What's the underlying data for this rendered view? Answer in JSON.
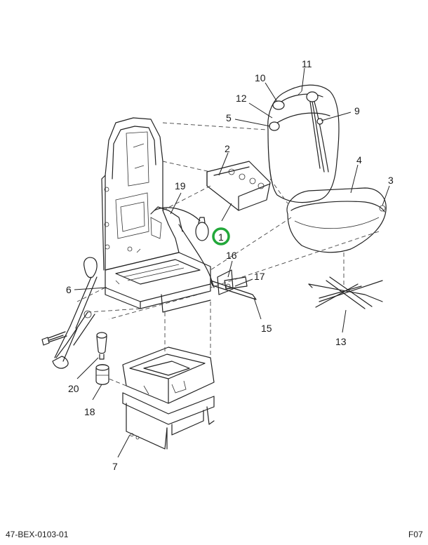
{
  "diagram": {
    "footer_left": "47-BEX-0103-01",
    "footer_right": "F07",
    "callouts": [
      {
        "id": "c1",
        "label": "1"
      },
      {
        "id": "c2",
        "label": "2"
      },
      {
        "id": "c3",
        "label": "3"
      },
      {
        "id": "c4",
        "label": "4"
      },
      {
        "id": "c5",
        "label": "5"
      },
      {
        "id": "c6",
        "label": "6"
      },
      {
        "id": "c7",
        "label": "7"
      },
      {
        "id": "c9",
        "label": "9"
      },
      {
        "id": "c10",
        "label": "10"
      },
      {
        "id": "c11",
        "label": "11"
      },
      {
        "id": "c12",
        "label": "12"
      },
      {
        "id": "c13",
        "label": "13"
      },
      {
        "id": "c15",
        "label": "15"
      },
      {
        "id": "c16",
        "label": "16"
      },
      {
        "id": "c17",
        "label": "17"
      },
      {
        "id": "c18",
        "label": "18"
      },
      {
        "id": "c19",
        "label": "19"
      },
      {
        "id": "c20",
        "label": "20"
      }
    ],
    "highlight_color": "#22a83a"
  }
}
